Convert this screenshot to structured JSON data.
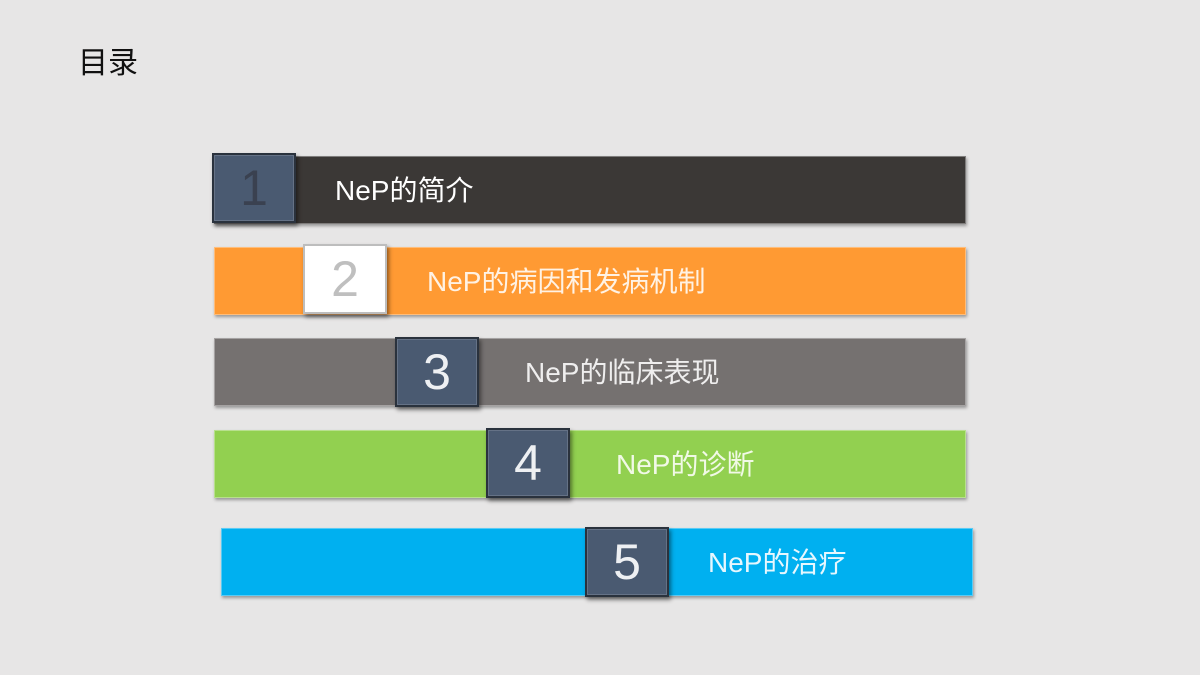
{
  "title": "目录",
  "items": [
    {
      "number": "1",
      "label": "NeP的简介",
      "bar_color": "#3b3836",
      "text_color": "#ffffff",
      "number_color": "#3a4150",
      "box_style": "dark"
    },
    {
      "number": "2",
      "label": "NeP的病因和发病机制",
      "bar_color": "#ff9a33",
      "text_color": "#fff2e4",
      "number_color": "#bfbfbf",
      "box_style": "light"
    },
    {
      "number": "3",
      "label": "NeP的临床表现",
      "bar_color": "#757170",
      "text_color": "#efeeee",
      "number_color": "#eef0f3",
      "box_style": "dark"
    },
    {
      "number": "4",
      "label": "NeP的诊断",
      "bar_color": "#92d050",
      "text_color": "#f1f9e6",
      "number_color": "#eef0f3",
      "box_style": "dark"
    },
    {
      "number": "5",
      "label": "NeP的治疗",
      "bar_color": "#00b0f0",
      "text_color": "#e6f7fe",
      "number_color": "#eef0f3",
      "box_style": "dark"
    }
  ]
}
